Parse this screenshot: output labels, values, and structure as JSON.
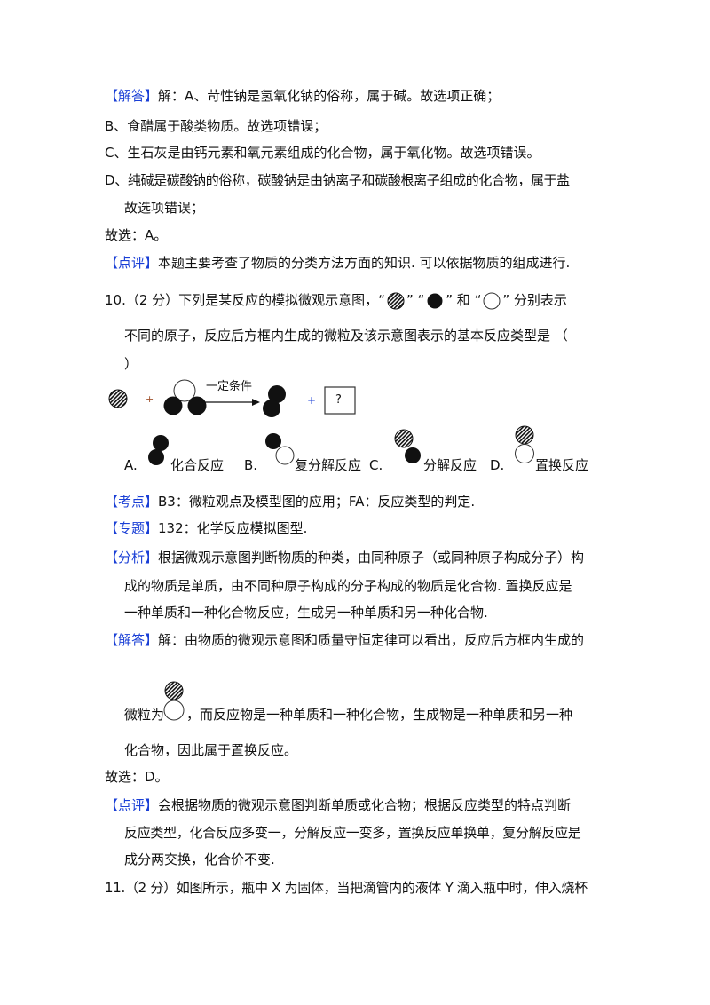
{
  "q9": {
    "answer_tag": "【解答】",
    "answer_line1": "解：A、苛性钠是氢氧化钠的俗称，属于碱。故选项正确；",
    "answer_line2": "B、食醋属于酸类物质。故选项错误；",
    "answer_line3": "C、生石灰是由钙元素和氧元素组成的化合物，属于氧化物。故选项错误。",
    "answer_line4": "D、纯碱是碳酸钠的俗称，碳酸钠是由钠离子和碳酸根离子组成的化合物，属于盐",
    "answer_line5": "故选项错误；",
    "choice": "故选：A。",
    "comment_tag": "【点评】",
    "comment": "本题主要考查了物质的分类方法方面的知识. 可以依据物质的组成进行."
  },
  "q10": {
    "stem_part1": "10.（2 分）下列是某反应的模拟微观示意图，“",
    "stem_q1": "”  “",
    "stem_q2": "” 和 “",
    "stem_part2": "” 分别表示",
    "stem_line2": "不同的原子，反应后方框内生成的微粒及该示意图表示的基本反应类型是  （",
    "stem_line3": "）",
    "diagram": {
      "plus": "+",
      "condition": "一定条件",
      "unknown": "?"
    },
    "options": [
      {
        "letter": "A.",
        "text": "化合反应"
      },
      {
        "letter": "B.",
        "text": "复分解反应"
      },
      {
        "letter": "C.",
        "text": "分解反应"
      },
      {
        "letter": "D.",
        "text": "置换反应"
      }
    ],
    "kaodian_tag": "【考点】",
    "kaodian": "B3：微粒观点及模型图的应用；FA：反应类型的判定.",
    "zhuanti_tag": "【专题】",
    "zhuanti": "132：化学反应模拟图型.",
    "fenxi_tag": "【分析】",
    "fenxi_line1": "根据微观示意图判断物质的种类，由同种原子（或同种原子构成分子）构",
    "fenxi_line2": "成的物质是单质，由不同种原子构成的分子构成的物质是化合物. 置换反应是",
    "fenxi_line3": "一种单质和一种化合物反应，生成另一种单质和另一种化合物.",
    "answer_tag": "【解答】",
    "answer_line1": "解：由物质的微观示意图和质量守恒定律可以看出，反应后方框内生成的",
    "answer_line2a": "微粒为",
    "answer_line2b": "，而反应物是一种单质和一种化合物，生成物是一种单质和另一种",
    "answer_line3": "化合物，因此属于置换反应。",
    "choice": "故选：D。",
    "comment_tag": "【点评】",
    "comment_line1": "会根据物质的微观示意图判断单质或化合物；根据反应类型的特点判断",
    "comment_line2": "反应类型，化合反应多变一，分解反应一变多，置换反应单换单，复分解反应是",
    "comment_line3": "成分两交换，化合价不变."
  },
  "q11": {
    "stem_line1": "11.（2 分）如图所示，瓶中 X 为固体，当把滴管内的液体 Y 滴入瓶中时，伸入烧杯"
  },
  "colors": {
    "tag": "#1a3fd6",
    "text": "#111111"
  }
}
